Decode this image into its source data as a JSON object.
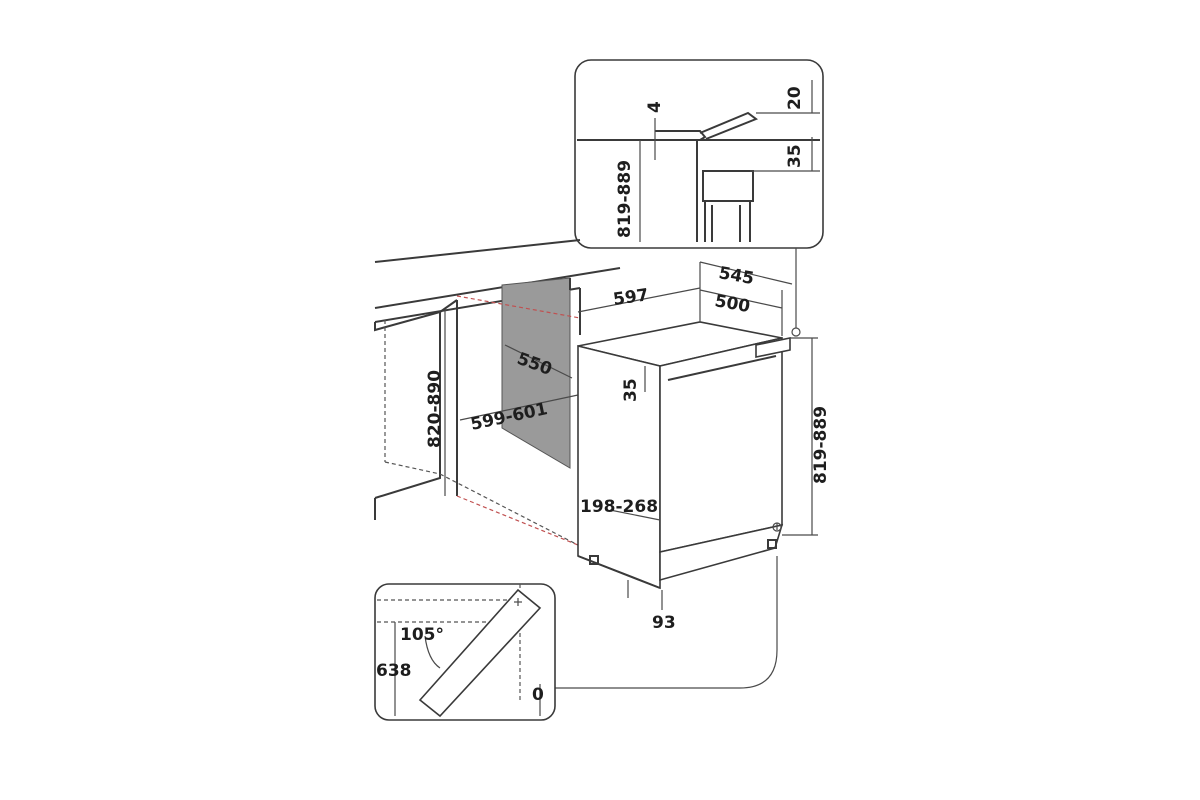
{
  "dimensions": {
    "detail_top": {
      "gap_top": "4",
      "height": "819-889",
      "right_top": "20",
      "right_gap": "35"
    },
    "cabinet": {
      "depth_total": "545",
      "width": "597",
      "depth_inner": "500",
      "niche_depth": "550",
      "niche_width": "599-601",
      "niche_height": "820-890",
      "top_gap": "35",
      "appliance_height": "819-889",
      "plinth": "198-268",
      "foot_offset": "93"
    },
    "door_detail": {
      "angle": "105°",
      "height": "638",
      "offset": "0"
    }
  },
  "colors": {
    "line": "#3a3a3a",
    "niche_dash": "#c05050",
    "rear_panel": "#9a9a9a"
  }
}
